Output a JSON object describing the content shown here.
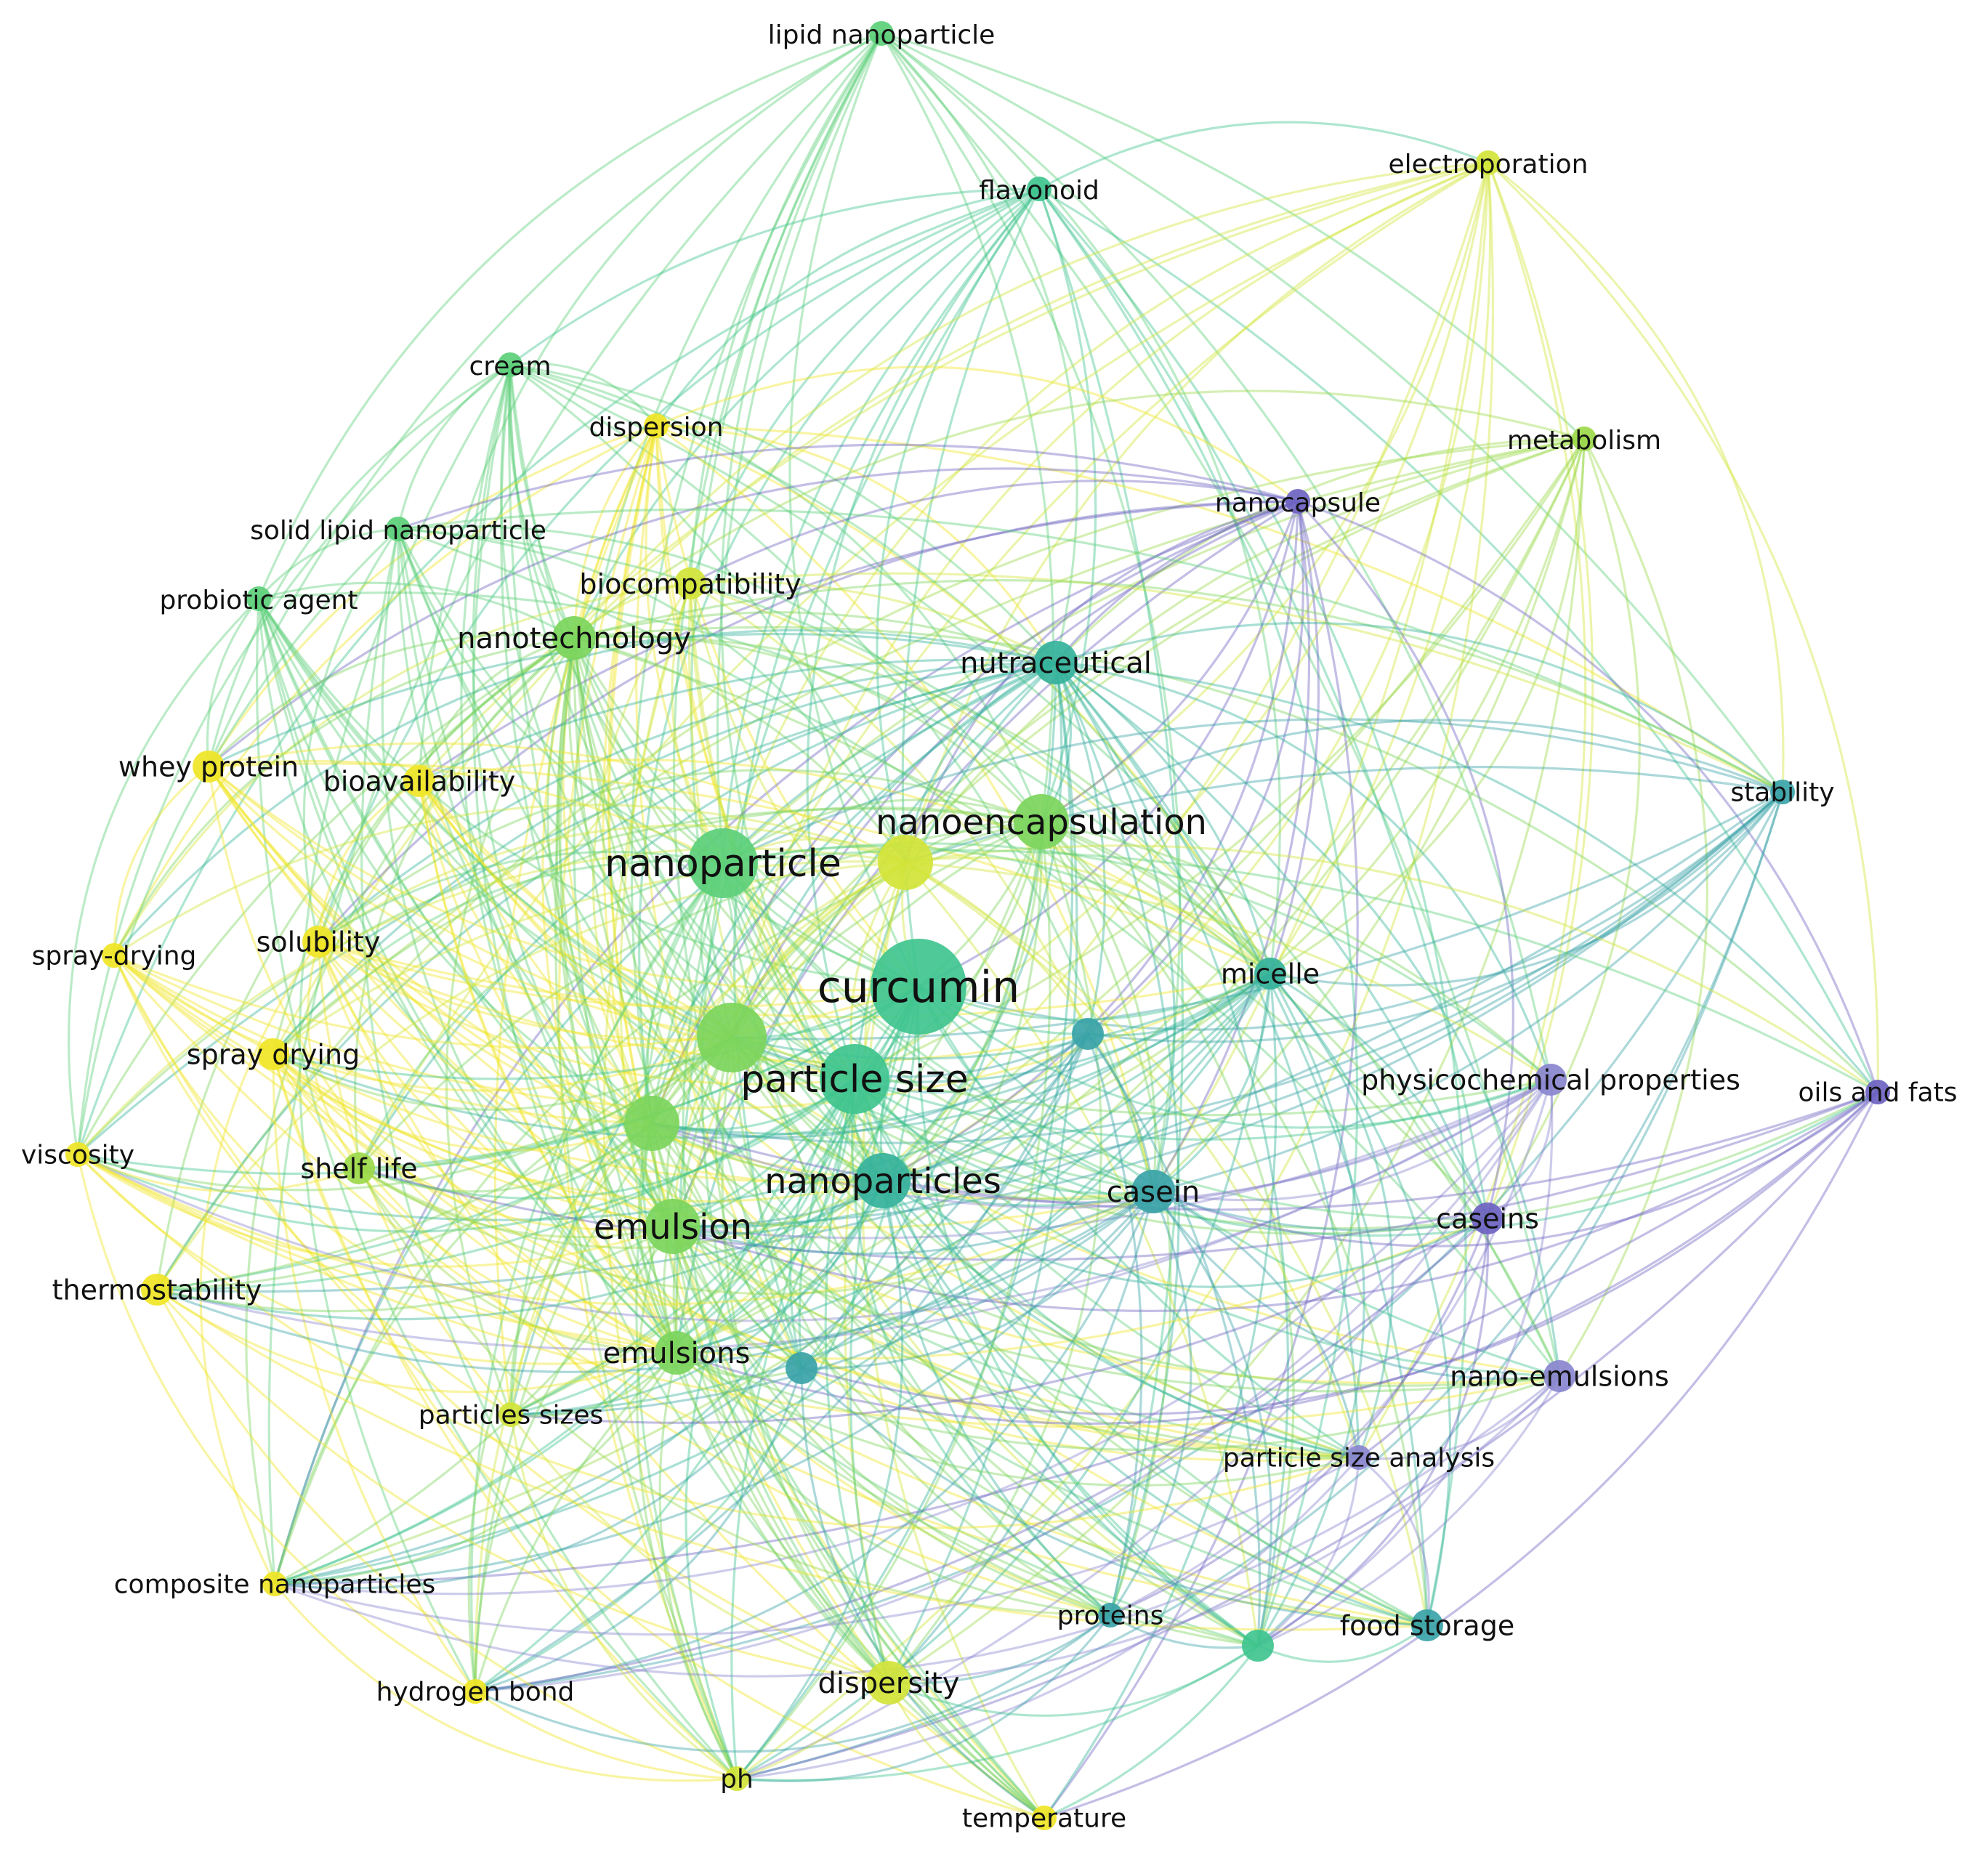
{
  "colors": {
    "yellow": "#f0e525",
    "yellow_green": "#d2e43a",
    "light_green": "#9cd94a",
    "green": "#7cd55c",
    "mint": "#5ccf7a",
    "teal_green": "#3fc48e",
    "teal": "#35b29b",
    "blue_teal": "#39a3a8",
    "purple": "#8a86cf",
    "deep_purple": "#6e63c2"
  },
  "nodes": [
    {
      "id": "lipid-nanoparticle",
      "label": "lipid nanoparticle",
      "size": "xs",
      "color": "mint"
    },
    {
      "id": "flavonoid",
      "label": "flavonoid",
      "size": "xs",
      "color": "teal_green"
    },
    {
      "id": "electroporation",
      "label": "electroporation",
      "size": "xs",
      "color": "yellow_green"
    },
    {
      "id": "cream",
      "label": "cream",
      "size": "xs",
      "color": "mint"
    },
    {
      "id": "dispersion",
      "label": "dispersion",
      "size": "xs",
      "color": "yellow"
    },
    {
      "id": "metabolism",
      "label": "metabolism",
      "size": "xs",
      "color": "light_green"
    },
    {
      "id": "nanocapsule",
      "label": "nanocapsule",
      "size": "xs",
      "color": "deep_purple"
    },
    {
      "id": "solid-lipid-nanoparticle",
      "label": "solid lipid nanoparticle",
      "size": "xs",
      "color": "mint"
    },
    {
      "id": "biocompatibility",
      "label": "biocompatibility",
      "size": "s",
      "color": "yellow_green"
    },
    {
      "id": "probiotic-agent",
      "label": "probiotic agent",
      "size": "xs",
      "color": "mint"
    },
    {
      "id": "nanotechnology",
      "label": "nanotechnology",
      "size": "m",
      "color": "green"
    },
    {
      "id": "nutraceutical",
      "label": "nutraceutical",
      "size": "m",
      "color": "teal"
    },
    {
      "id": "whey-protein",
      "label": "whey protein",
      "size": "s",
      "color": "yellow"
    },
    {
      "id": "bioavailability",
      "label": "bioavailability",
      "size": "s",
      "color": "yellow"
    },
    {
      "id": "stability",
      "label": "stability",
      "size": "xs",
      "color": "blue_teal"
    },
    {
      "id": "nanoencapsulation",
      "label": "nanoencapsulation",
      "size": "l",
      "color": "green"
    },
    {
      "id": "unlabeled-yellow-green",
      "label": "",
      "size": "l",
      "color": "yellow_green"
    },
    {
      "id": "nanoparticle",
      "label": "nanoparticle",
      "size": "xl",
      "color": "mint"
    },
    {
      "id": "spray-drying-hyphen",
      "label": "spray-drying",
      "size": "xs",
      "color": "yellow"
    },
    {
      "id": "solubility",
      "label": "solubility",
      "size": "s",
      "color": "yellow"
    },
    {
      "id": "curcumin",
      "label": "curcumin",
      "size": "xxl",
      "color": "teal_green"
    },
    {
      "id": "micelle",
      "label": "micelle",
      "size": "s",
      "color": "teal"
    },
    {
      "id": "unlabeled-teal",
      "label": "",
      "size": "s",
      "color": "blue_teal"
    },
    {
      "id": "unlabeled-green-large",
      "label": "",
      "size": "xl",
      "color": "green"
    },
    {
      "id": "spray-drying",
      "label": "spray drying",
      "size": "s",
      "color": "yellow"
    },
    {
      "id": "particle-size",
      "label": "particle size",
      "size": "xl",
      "color": "teal_green"
    },
    {
      "id": "physicochemical-properties",
      "label": "physicochemical properties",
      "size": "s",
      "color": "purple"
    },
    {
      "id": "oils-and-fats",
      "label": "oils and fats",
      "size": "xs",
      "color": "deep_purple"
    },
    {
      "id": "viscosity",
      "label": "viscosity",
      "size": "xs",
      "color": "yellow"
    },
    {
      "id": "unlabeled-green-mid",
      "label": "",
      "size": "l",
      "color": "green"
    },
    {
      "id": "shelf-life",
      "label": "shelf life",
      "size": "s",
      "color": "light_green"
    },
    {
      "id": "nanoparticles",
      "label": "nanoparticles",
      "size": "l",
      "color": "teal"
    },
    {
      "id": "casein",
      "label": "casein",
      "size": "m",
      "color": "blue_teal"
    },
    {
      "id": "emulsion",
      "label": "emulsion",
      "size": "l",
      "color": "green"
    },
    {
      "id": "caseins",
      "label": "caseins",
      "size": "s",
      "color": "deep_purple"
    },
    {
      "id": "thermostability",
      "label": "thermostability",
      "size": "s",
      "color": "yellow"
    },
    {
      "id": "emulsions",
      "label": "emulsions",
      "size": "m",
      "color": "green"
    },
    {
      "id": "unlabeled-blue-teal",
      "label": "",
      "size": "s",
      "color": "blue_teal"
    },
    {
      "id": "nano-emulsions",
      "label": "nano-emulsions",
      "size": "s",
      "color": "purple"
    },
    {
      "id": "particles-sizes",
      "label": "particles sizes",
      "size": "xs",
      "color": "yellow_green"
    },
    {
      "id": "particle-size-analysis",
      "label": "particle size analysis",
      "size": "xs",
      "color": "purple"
    },
    {
      "id": "composite-nanoparticles",
      "label": "composite nanoparticles",
      "size": "xs",
      "color": "yellow"
    },
    {
      "id": "proteins",
      "label": "proteins",
      "size": "xs",
      "color": "blue_teal"
    },
    {
      "id": "unlabeled-mint-small",
      "label": "",
      "size": "s",
      "color": "teal_green"
    },
    {
      "id": "food-storage",
      "label": "food storage",
      "size": "s",
      "color": "blue_teal"
    },
    {
      "id": "hydrogen-bond",
      "label": "hydrogen bond",
      "size": "xs",
      "color": "yellow"
    },
    {
      "id": "dispersity",
      "label": "dispersity",
      "size": "m",
      "color": "yellow_green"
    },
    {
      "id": "ph",
      "label": "ph",
      "size": "xs",
      "color": "yellow_green"
    },
    {
      "id": "temperature",
      "label": "temperature",
      "size": "xs",
      "color": "yellow"
    }
  ]
}
